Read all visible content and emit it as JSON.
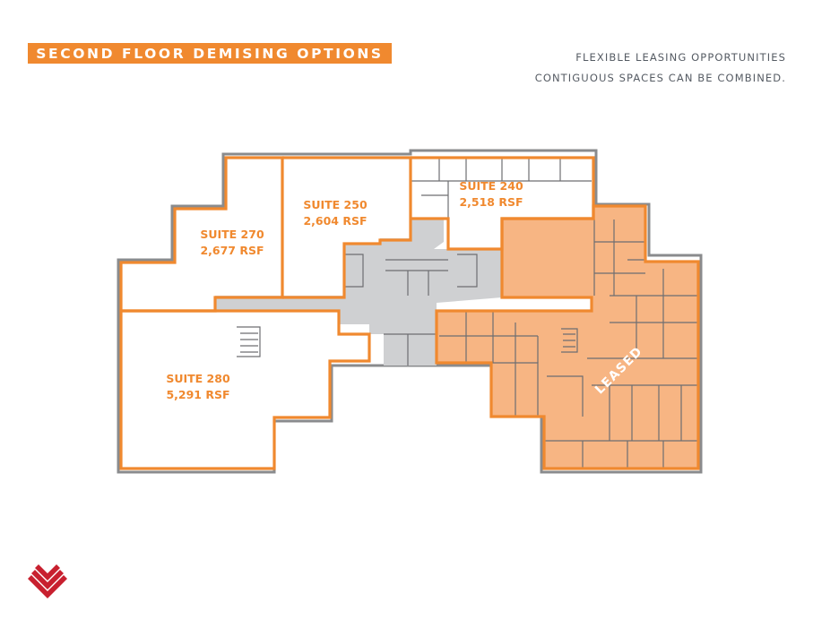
{
  "header": {
    "title": "SECOND FLOOR DEMISING OPTIONS",
    "tagline_line1": "FLEXIBLE LEASING OPPORTUNITIES",
    "tagline_line2": "CONTIGUOUS SPACES CAN BE COMBINED."
  },
  "colors": {
    "accent": "#f0892f",
    "leased_fill": "#f7b583",
    "common_area": "#cfd0d2",
    "walls": "#6d6e71",
    "logo": "#c8202f"
  },
  "suites": [
    {
      "name": "SUITE 270",
      "area": "2,677 RSF"
    },
    {
      "name": "SUITE 250",
      "area": "2,604 RSF"
    },
    {
      "name": "SUITE 240",
      "area": "2,518 RSF"
    },
    {
      "name": "SUITE 280",
      "area": "5,291 RSF"
    }
  ],
  "leased_label": "LEASED",
  "logo": {
    "icon": "stacked-chevron-logo-icon"
  }
}
